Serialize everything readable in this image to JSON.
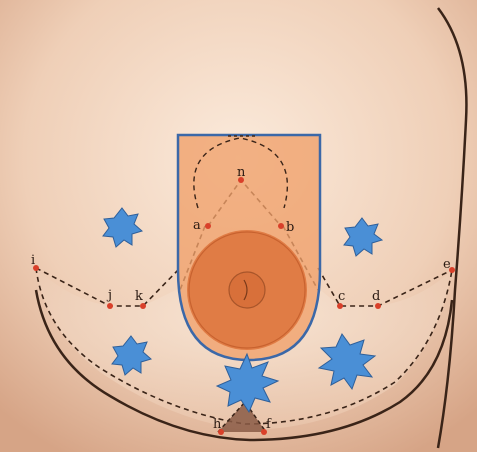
{
  "figure": {
    "points": {
      "n": "n",
      "a": "a",
      "b": "b",
      "i_left": "i",
      "j": "j",
      "k": "k",
      "c": "c",
      "d": "d",
      "e": "e",
      "h": "h",
      "f": "f"
    },
    "colors": {
      "skin_light": "#f7e3d2",
      "skin_mid": "#efcdb5",
      "skin_dark": "#d9a889",
      "overlay_orange": "#f0a06a",
      "areola": "#e07c45",
      "outline_blue": "#3b68a8",
      "star_blue": "#4a8fd6",
      "point_red": "#d9402a"
    },
    "icons": [
      "star-marker",
      "star-marker",
      "star-marker",
      "star-marker",
      "star-marker",
      "star-marker"
    ]
  }
}
